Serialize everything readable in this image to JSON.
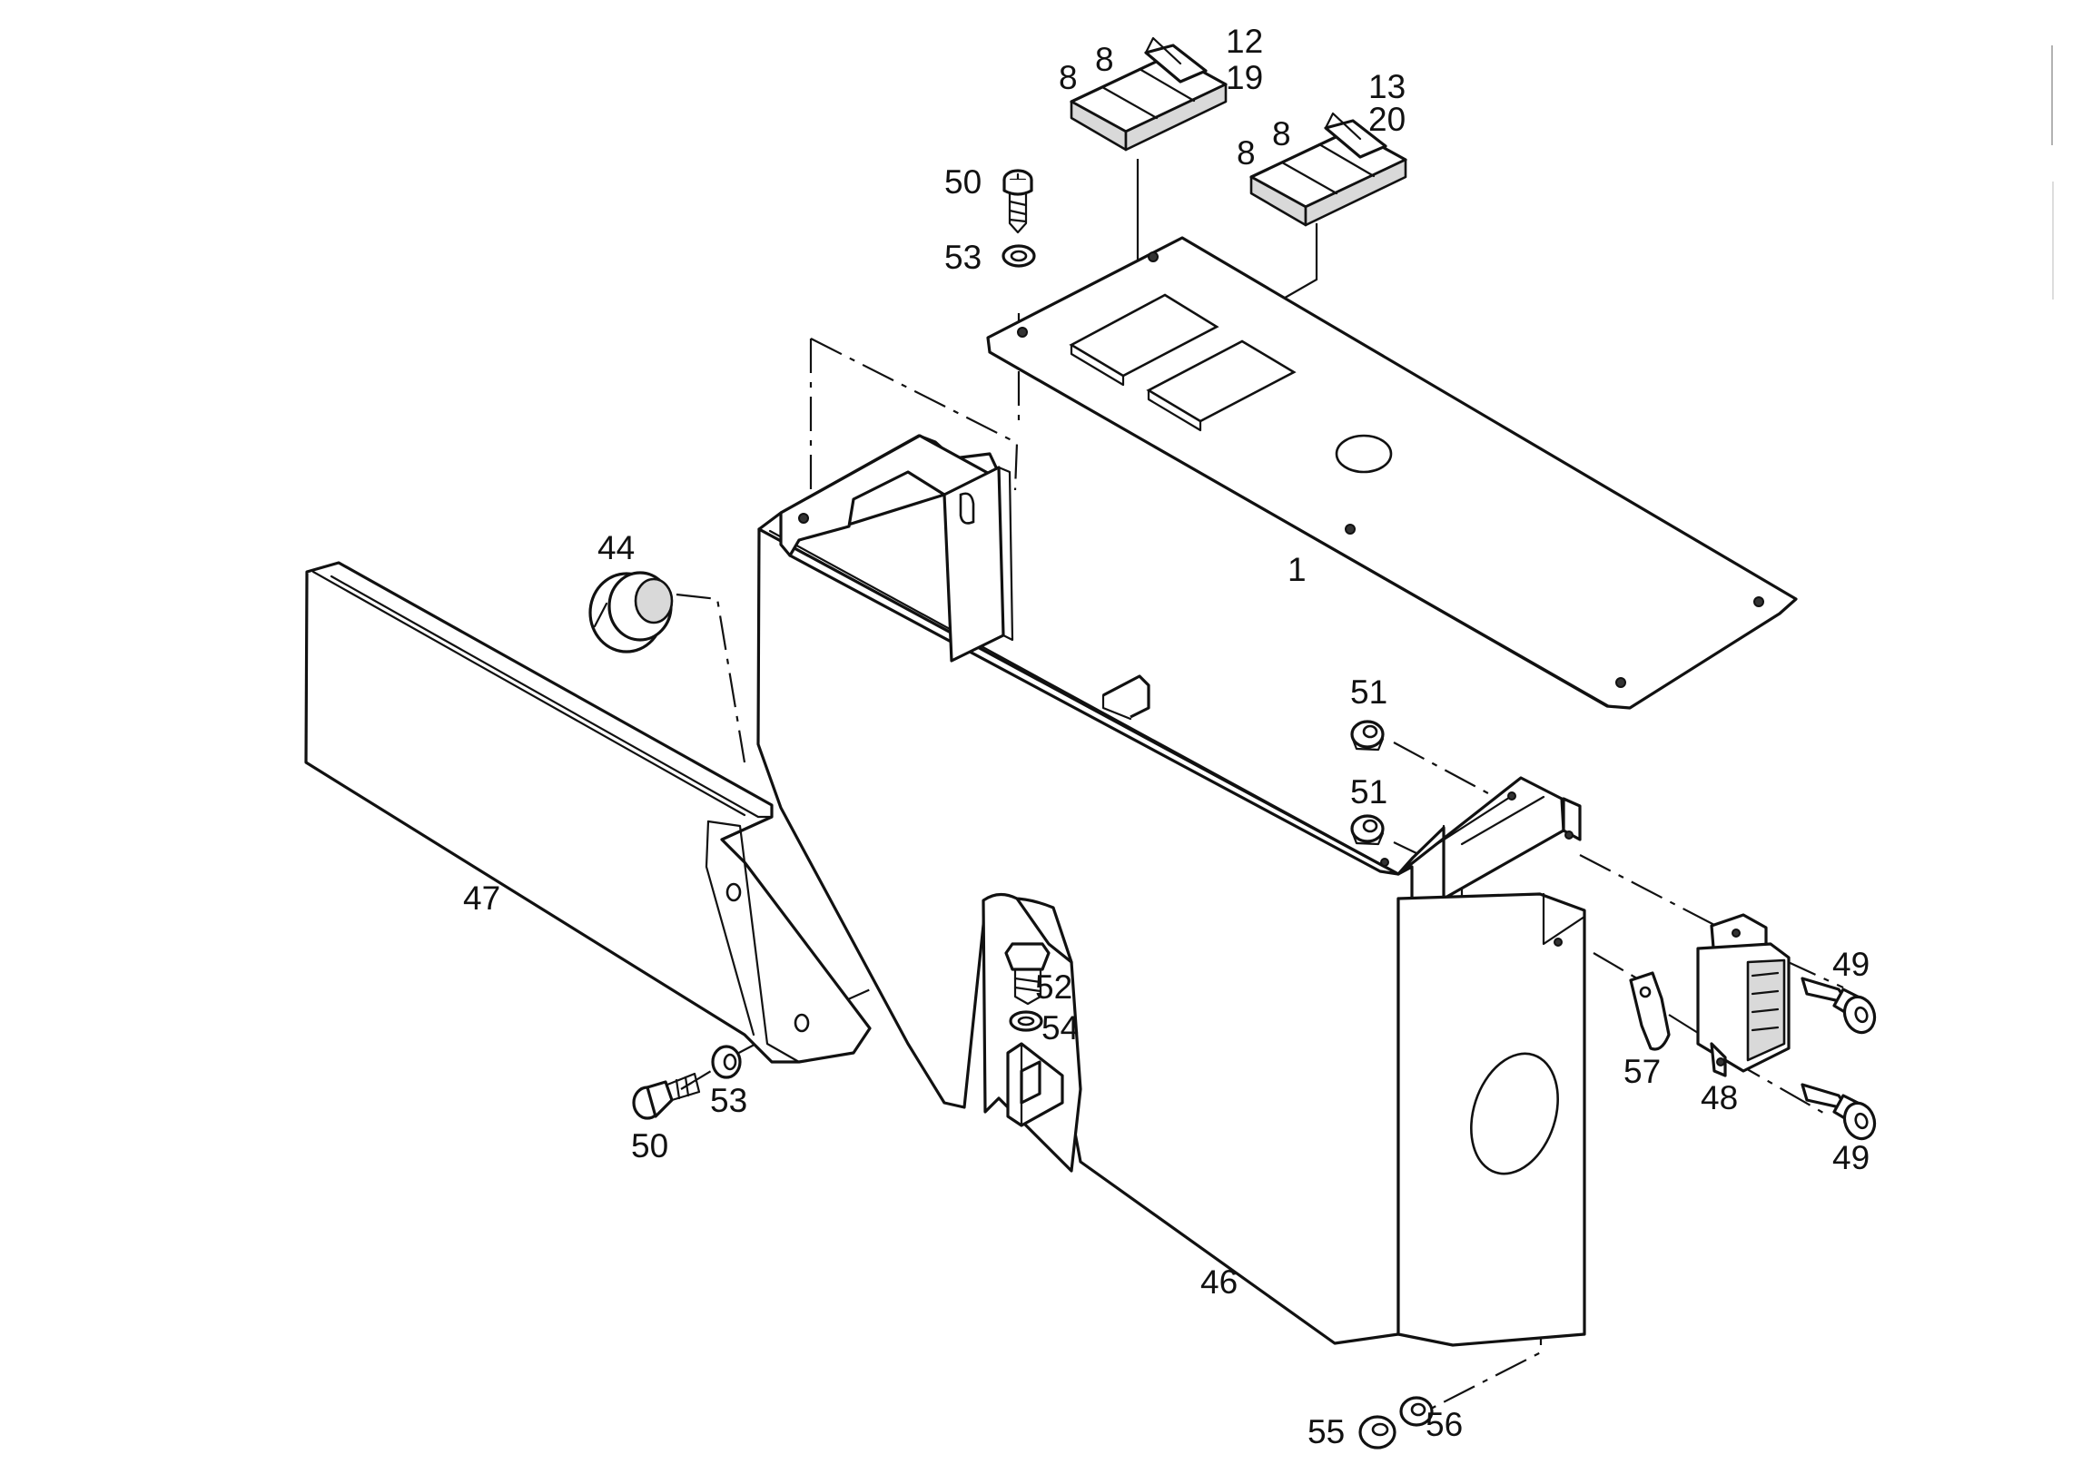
{
  "callouts": [
    {
      "id": "c-12",
      "text": "12"
    },
    {
      "id": "c-19",
      "text": "19"
    },
    {
      "id": "c-8a",
      "text": "8"
    },
    {
      "id": "c-8b",
      "text": "8"
    },
    {
      "id": "c-13",
      "text": "13"
    },
    {
      "id": "c-20",
      "text": "20"
    },
    {
      "id": "c-8c",
      "text": "8"
    },
    {
      "id": "c-8d",
      "text": "8"
    },
    {
      "id": "c-50a",
      "text": "50"
    },
    {
      "id": "c-53a",
      "text": "53"
    },
    {
      "id": "c-1",
      "text": "1"
    },
    {
      "id": "c-44",
      "text": "44"
    },
    {
      "id": "c-51a",
      "text": "51"
    },
    {
      "id": "c-51b",
      "text": "51"
    },
    {
      "id": "c-47",
      "text": "47"
    },
    {
      "id": "c-52",
      "text": "52"
    },
    {
      "id": "c-54",
      "text": "54"
    },
    {
      "id": "c-49a",
      "text": "49"
    },
    {
      "id": "c-57",
      "text": "57"
    },
    {
      "id": "c-48",
      "text": "48"
    },
    {
      "id": "c-49b",
      "text": "49"
    },
    {
      "id": "c-53b",
      "text": "53"
    },
    {
      "id": "c-50b",
      "text": "50"
    },
    {
      "id": "c-46",
      "text": "46"
    },
    {
      "id": "c-55",
      "text": "55"
    },
    {
      "id": "c-56",
      "text": "56"
    }
  ]
}
